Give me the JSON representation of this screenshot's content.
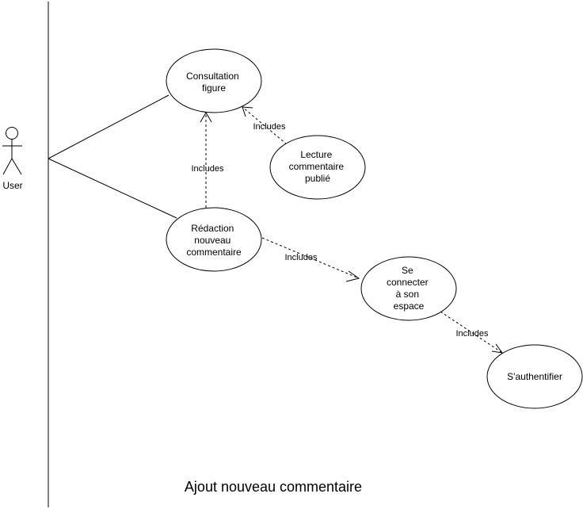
{
  "actor": {
    "name": "User"
  },
  "use_cases": {
    "consultation": [
      "Consultation",
      "figure"
    ],
    "lecture": [
      "Lecture",
      "commentaire",
      "publié"
    ],
    "redaction": [
      "Rédaction",
      "nouveau",
      "commentaire"
    ],
    "connecter": [
      "Se",
      "connecter",
      "à son",
      "espace"
    ],
    "authentifier": [
      "S'authentifier"
    ]
  },
  "relationships": {
    "redaction_to_consultation": "Includes",
    "lecture_to_consultation": "Includes",
    "redaction_to_connecter": "Includes",
    "connecter_to_authentifier": "Includes"
  },
  "caption": "Ajout nouveau commentaire"
}
